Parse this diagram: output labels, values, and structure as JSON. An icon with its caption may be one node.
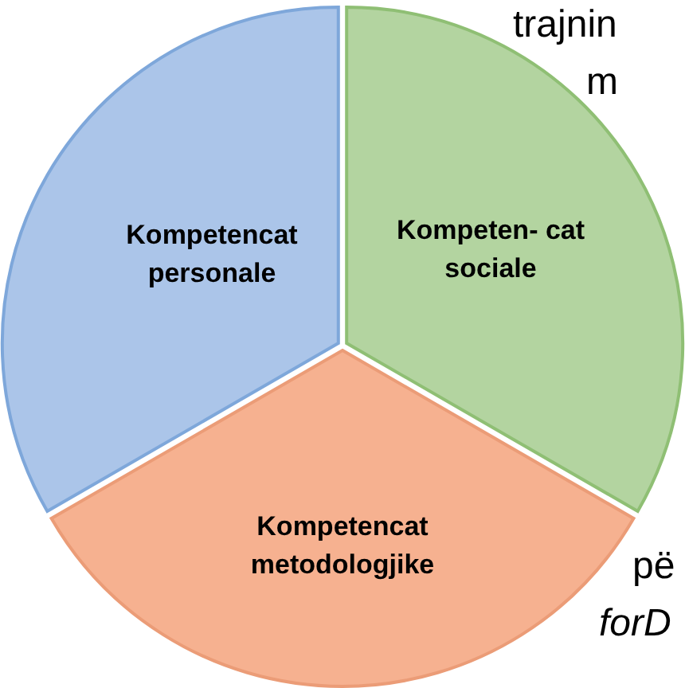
{
  "diagram": {
    "nodes": [
      {
        "text": [
          "Kompetencat personale"
        ]
      },
      {
        "text": [
          "Kompeten- cat sociale"
        ]
      },
      {
        "text": [
          "Kompetencat metodologjike"
        ]
      }
    ],
    "labels": [
      "trajnin",
      "m",
      "pë",
      "forD"
    ]
  }
}
